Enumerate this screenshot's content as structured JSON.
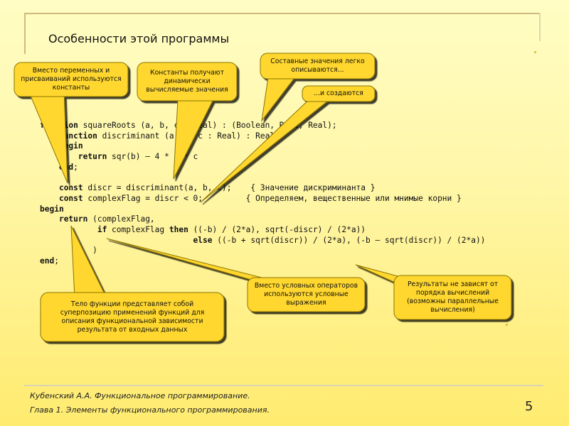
{
  "slide": {
    "title": "Особенности этой программы",
    "page_number": "5"
  },
  "code_lines": [
    {
      "kw": "function",
      "rest": " squareRoots (a, b, c : Real) : (Boolean, Real, Real);"
    },
    {
      "indent": "    ",
      "kw": "function",
      "rest": " discriminant (a, b, c : Real) : Real;"
    },
    {
      "indent": "    ",
      "kw": "begin",
      "rest": ""
    },
    {
      "indent": "        ",
      "kw": "return",
      "rest": " sqr(b) – 4 * a * c"
    },
    {
      "indent": "    ",
      "kw": "end",
      "rest": ";"
    },
    {
      "indent": "",
      "kw": "",
      "rest": ""
    },
    {
      "indent": "    ",
      "kw": "const",
      "rest": " discr = discriminant(a, b, c);    { Значение дискриминанта }"
    },
    {
      "indent": "    ",
      "kw": "const",
      "rest": " complexFlag = discr < 0;         { Определяем, вещественные или мнимые корни }"
    },
    {
      "indent": "",
      "kw": "begin",
      "rest": ""
    },
    {
      "indent": "    ",
      "kw": "return",
      "rest": " (complexFlag,"
    },
    {
      "indent": "            ",
      "kw": "if",
      "rest": " complexFlag ",
      "kw2": "then",
      "rest2": " ((-b) / (2*a), sqrt(-discr) / (2*a))"
    },
    {
      "indent": "                                ",
      "kw": "else",
      "rest": " ((-b + sqrt(discr)) / (2*a), (-b – sqrt(discr)) / (2*a))"
    },
    {
      "indent": "           ",
      "kw": "",
      "rest": ")"
    },
    {
      "indent": "",
      "kw": "end",
      "rest": ";"
    }
  ],
  "callouts": {
    "constants": "Вместо переменных и присваиваний используются константы",
    "dynamic": "Константы получают динамически вычисляемые значения",
    "composite": "Составные значения легко описываются...",
    "created": "...и создаются",
    "body": "Тело функции представляет собой суперпозицию применений функций для описания функциональной зависимости результата от входных данных",
    "conditional": "Вместо условных операторов используются условные выражения",
    "order": "Результаты не зависят от порядка вычислений (возможны параллельные вычисления)"
  },
  "footer": {
    "line1": "Кубенский А.А. Функциональное программирование.",
    "line2": "Глава 1. Элементы функционального программирования."
  }
}
